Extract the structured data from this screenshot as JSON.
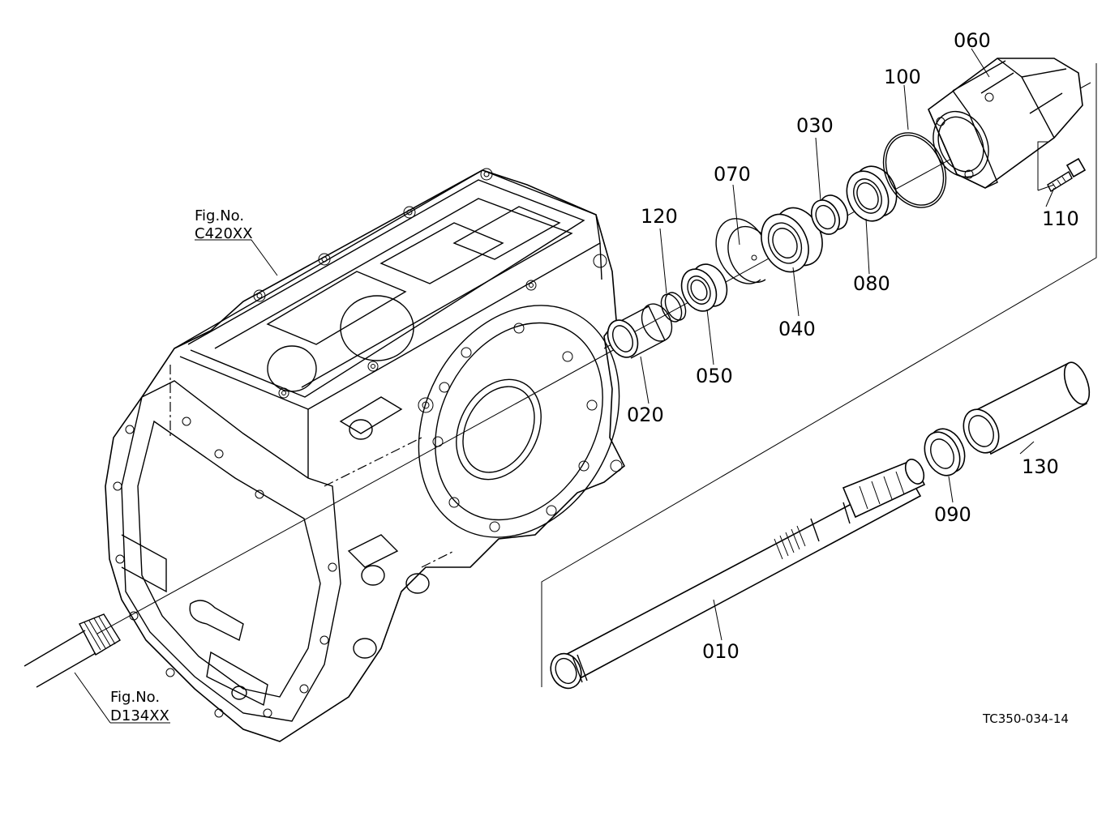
{
  "parts": [
    {
      "id": "part-010",
      "label": "010"
    },
    {
      "id": "part-020",
      "label": "020"
    },
    {
      "id": "part-030",
      "label": "030"
    },
    {
      "id": "part-040",
      "label": "040"
    },
    {
      "id": "part-050",
      "label": "050"
    },
    {
      "id": "part-060",
      "label": "060"
    },
    {
      "id": "part-070",
      "label": "070"
    },
    {
      "id": "part-080",
      "label": "080"
    },
    {
      "id": "part-090",
      "label": "090"
    },
    {
      "id": "part-100",
      "label": "100"
    },
    {
      "id": "part-110",
      "label": "110"
    },
    {
      "id": "part-120",
      "label": "120"
    },
    {
      "id": "part-130",
      "label": "130"
    }
  ],
  "references": {
    "upper": {
      "prefix": "Fig.No.",
      "code": "C420XX"
    },
    "lower": {
      "prefix": "Fig.No.",
      "code": "D134XX"
    }
  },
  "diagram_code": "TC350-034-14"
}
